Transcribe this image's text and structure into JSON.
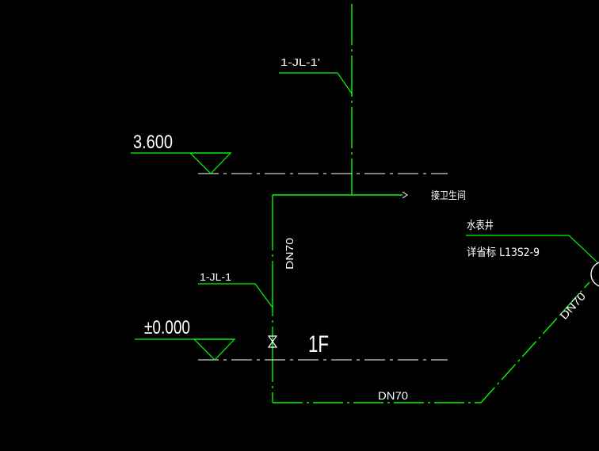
{
  "colors": {
    "background": "#000000",
    "pipe": "#00ff00",
    "leader": "#00ff00",
    "datum": "#00ff00",
    "text": "#ffffff",
    "centerline": "#ffffff"
  },
  "labels": {
    "riser_top": "1-JL-1'",
    "riser_bottom": "1-JL-1",
    "elevation_upper": "3.600",
    "elevation_lower": "±0.000",
    "to_bathroom": "接卫生间",
    "meter_well_title": "水表井",
    "meter_well_detail": "详省标 L13S2-9",
    "pipe_size_vertical": "DN70",
    "pipe_size_horizontal": "DN70",
    "pipe_size_diagonal": "DN70",
    "floor_label": "1F"
  },
  "symbols": {
    "valve": "gate-valve-icon",
    "elevation_marker": "elevation-triangle-icon",
    "meter_well": "meter-well-circle-icon",
    "flow_arrow": "arrow-right-icon"
  }
}
